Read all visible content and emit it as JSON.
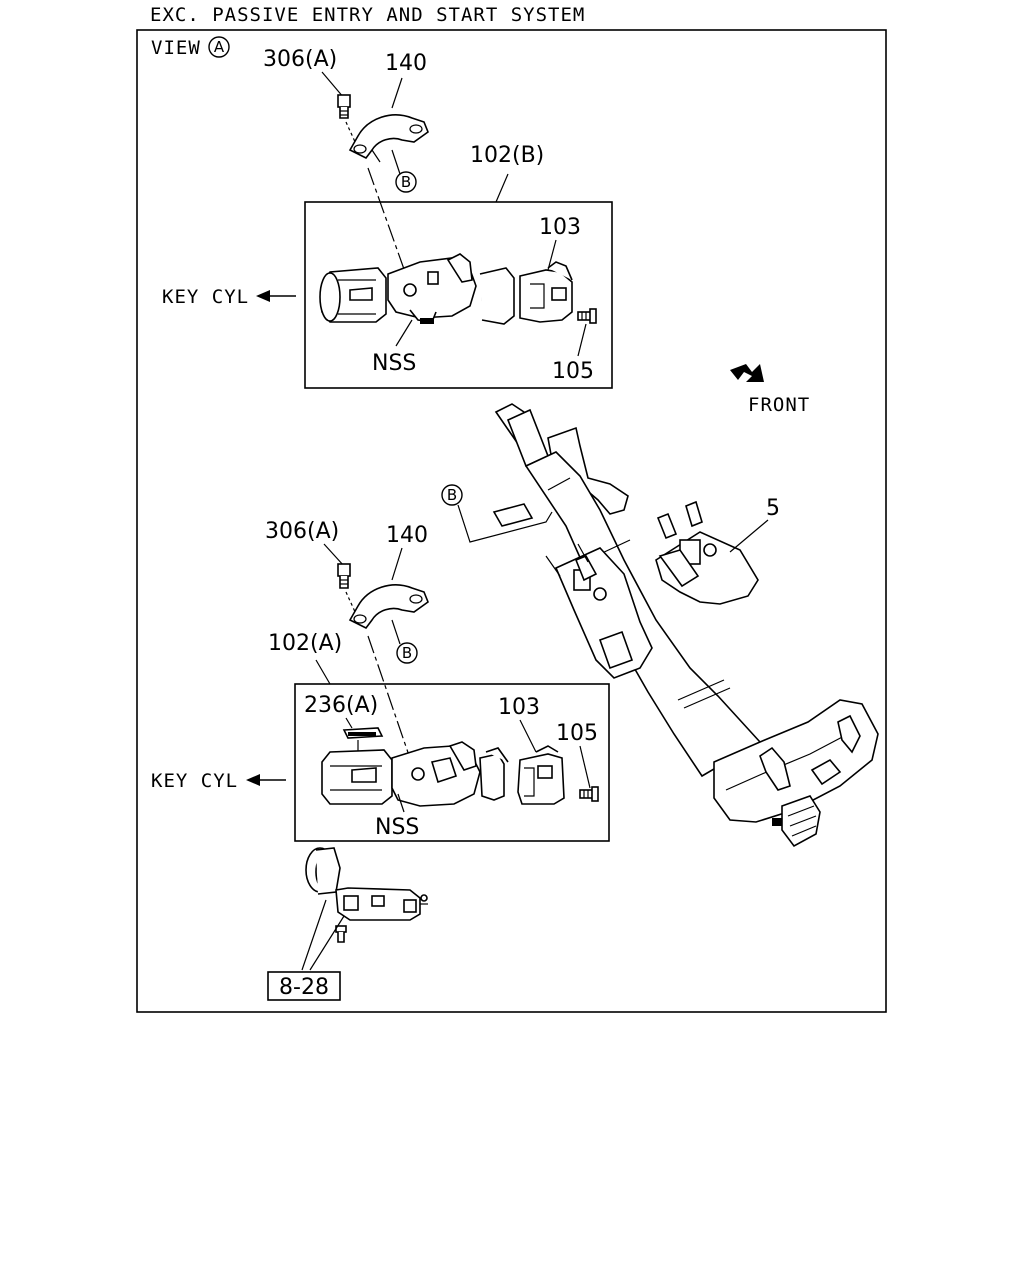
{
  "header": {
    "caption": "EXC. PASSIVE ENTRY AND START SYSTEM"
  },
  "view": {
    "label": "VIEW",
    "marker": "A"
  },
  "callouts": {
    "bolt_top": "306(A)",
    "clamp_top": "140",
    "assembly_b": "102(B)",
    "switch_top": "103",
    "screw_top": "105",
    "nss_top": "NSS",
    "key_cyl_top": "KEY CYL",
    "ref_b_top": "B",
    "front": "FRONT",
    "ref_b_column": "B",
    "column": "5",
    "bolt_bottom": "306(A)",
    "clamp_bottom": "140",
    "ref_b_bottom": "B",
    "assembly_a": "102(A)",
    "shim": "236(A)",
    "switch_bottom": "103",
    "screw_bottom": "105",
    "key_cyl_bottom": "KEY CYL",
    "nss_bottom": "NSS",
    "page_ref": "8-28"
  }
}
